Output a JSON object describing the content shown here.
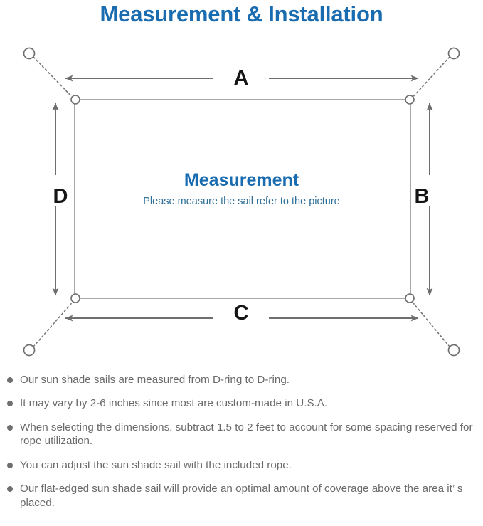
{
  "header": {
    "title": "Measurement & Installation",
    "title_color": "#1a6cb0"
  },
  "diagram": {
    "center_title": "Measurement",
    "center_subtitle": "Please measure the sail refer to the picture",
    "center_title_color": "#1a6cb0",
    "center_subtitle_color": "#2f6f97",
    "line_color": "#6e6e6e",
    "sail_edge_color": "#7a7a7a",
    "dimension_labels": {
      "top": "A",
      "right": "B",
      "bottom": "C",
      "left": "D"
    },
    "icons": {
      "anchor_point": "anchor-circle-icon",
      "d_ring": "d-ring-icon",
      "rope": "dotted-rope-line-icon",
      "dimension_arrow": "double-arrow-icon"
    }
  },
  "notes": {
    "bullet_color": "#6f6f6f",
    "text_color": "#6a6a6a",
    "items": [
      "Our sun shade sails are measured from D-ring to D-ring.",
      "It may vary by 2-6 inches since most are custom-made in U.S.A.",
      "When selecting the dimensions, subtract 1.5 to 2 feet to account for some spacing reserved for rope utilization.",
      "You can adjust the sun shade sail with the included rope.",
      "Our flat-edged sun shade sail will provide an optimal amount of coverage above the area it’ s placed."
    ]
  }
}
